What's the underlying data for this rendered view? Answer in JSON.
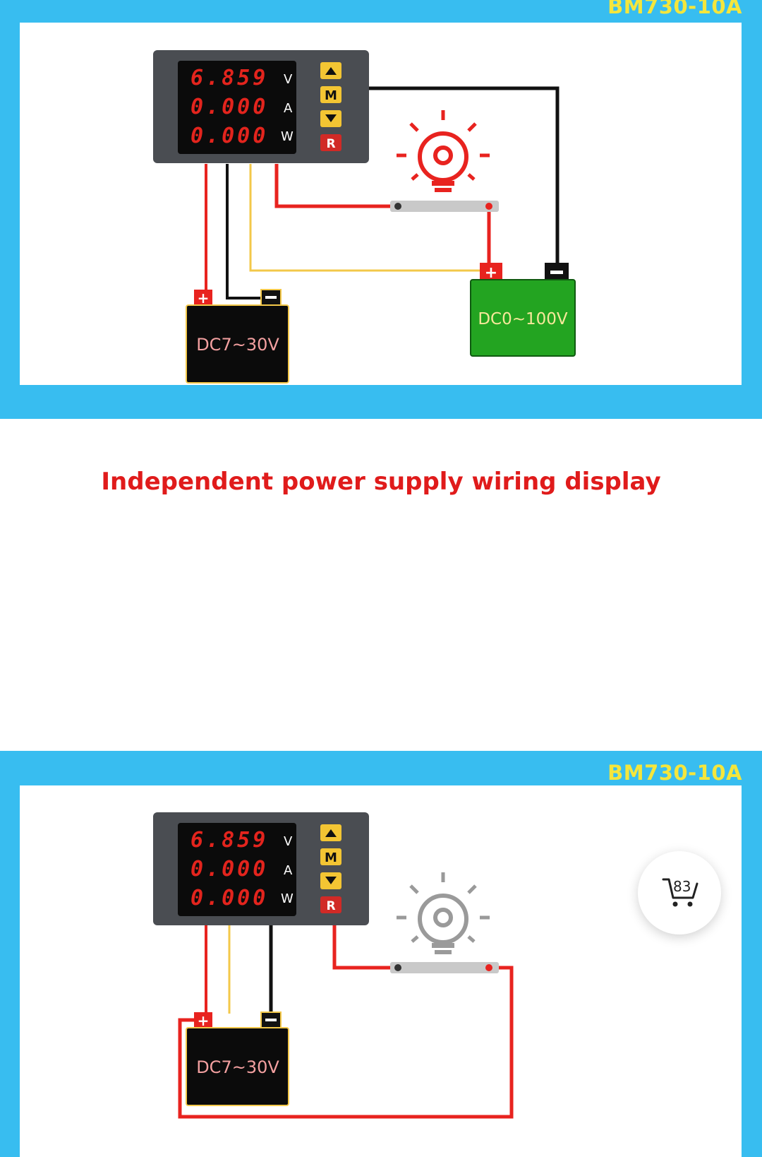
{
  "top_diagram": {
    "model": "BM730-10A",
    "meter": {
      "voltage": "6.859",
      "current": "0.000",
      "power": "0.000",
      "unit_v": "V",
      "unit_a": "A",
      "unit_w": "W"
    },
    "buttons": {
      "mode": "M",
      "reset": "R"
    },
    "battery_label": "DC7~30V",
    "source_label": "DC0~100V",
    "plus": "+",
    "lamp_color": "#e8231f"
  },
  "caption": "Independent power supply wiring display",
  "bottom_diagram": {
    "model": "BM730-10A",
    "meter": {
      "voltage": "6.859",
      "current": "0.000",
      "power": "0.000",
      "unit_v": "V",
      "unit_a": "A",
      "unit_w": "W"
    },
    "buttons": {
      "mode": "M",
      "reset": "R"
    },
    "battery_label": "DC7~30V",
    "plus": "+",
    "lamp_color": "#9a9a9a"
  },
  "cart": {
    "count": "83"
  },
  "colors": {
    "panel_blue": "#38bdf0",
    "model_yellow": "#f4e63c",
    "wire_red": "#e8231f",
    "wire_yellow": "#f3c84a",
    "source_green": "#23a421",
    "caption_red": "#e01b1b"
  }
}
